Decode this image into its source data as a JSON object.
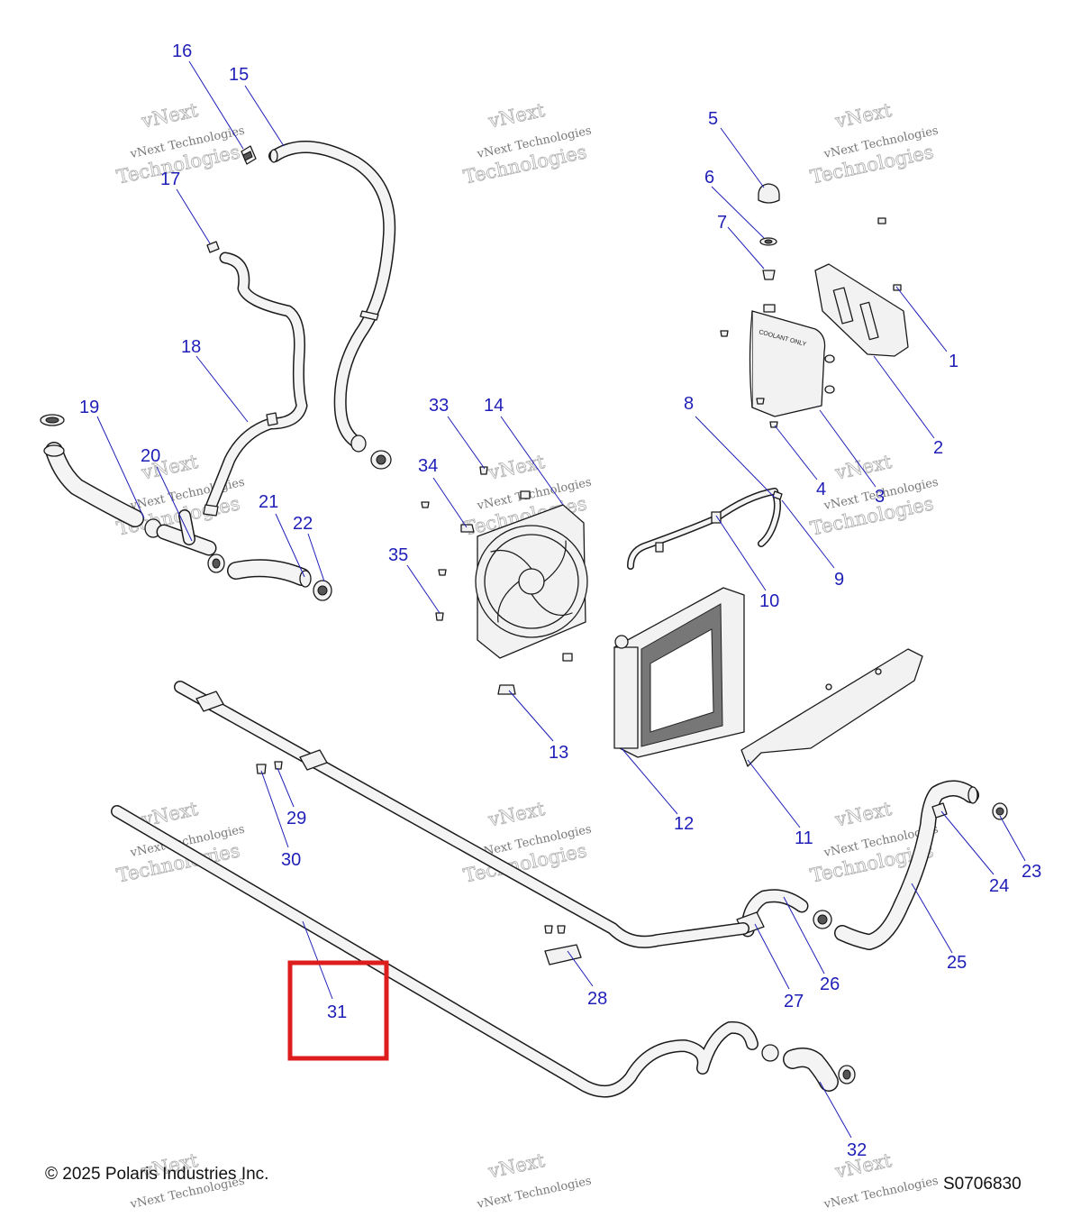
{
  "callouts": {
    "c1": "1",
    "c2": "2",
    "c3": "3",
    "c4": "4",
    "c5": "5",
    "c6": "6",
    "c7": "7",
    "c8": "8",
    "c9": "9",
    "c10": "10",
    "c11": "11",
    "c12": "12",
    "c13": "13",
    "c14": "14",
    "c15": "15",
    "c16": "16",
    "c17": "17",
    "c18": "18",
    "c19": "19",
    "c20": "20",
    "c21": "21",
    "c22": "22",
    "c23": "23",
    "c24": "24",
    "c25": "25",
    "c26": "26",
    "c27": "27",
    "c28": "28",
    "c29": "29",
    "c30": "30",
    "c31": "31",
    "c32": "32",
    "c33": "33",
    "c34": "34",
    "c35": "35"
  },
  "part_labels": {
    "coolant_only": "COOLANT ONLY"
  },
  "watermark": {
    "line1": "vNext",
    "line2": "vNext Technologies",
    "line3": "Technologies"
  },
  "footer": {
    "copyright": "© 2025 Polaris Industries Inc.",
    "drawing_number": "S0706830"
  },
  "highlight": {
    "target_callout": "31",
    "color": "#dd1c1c"
  },
  "colors": {
    "callout": "#1f1fb8",
    "line_art": "#1a1a1a"
  }
}
